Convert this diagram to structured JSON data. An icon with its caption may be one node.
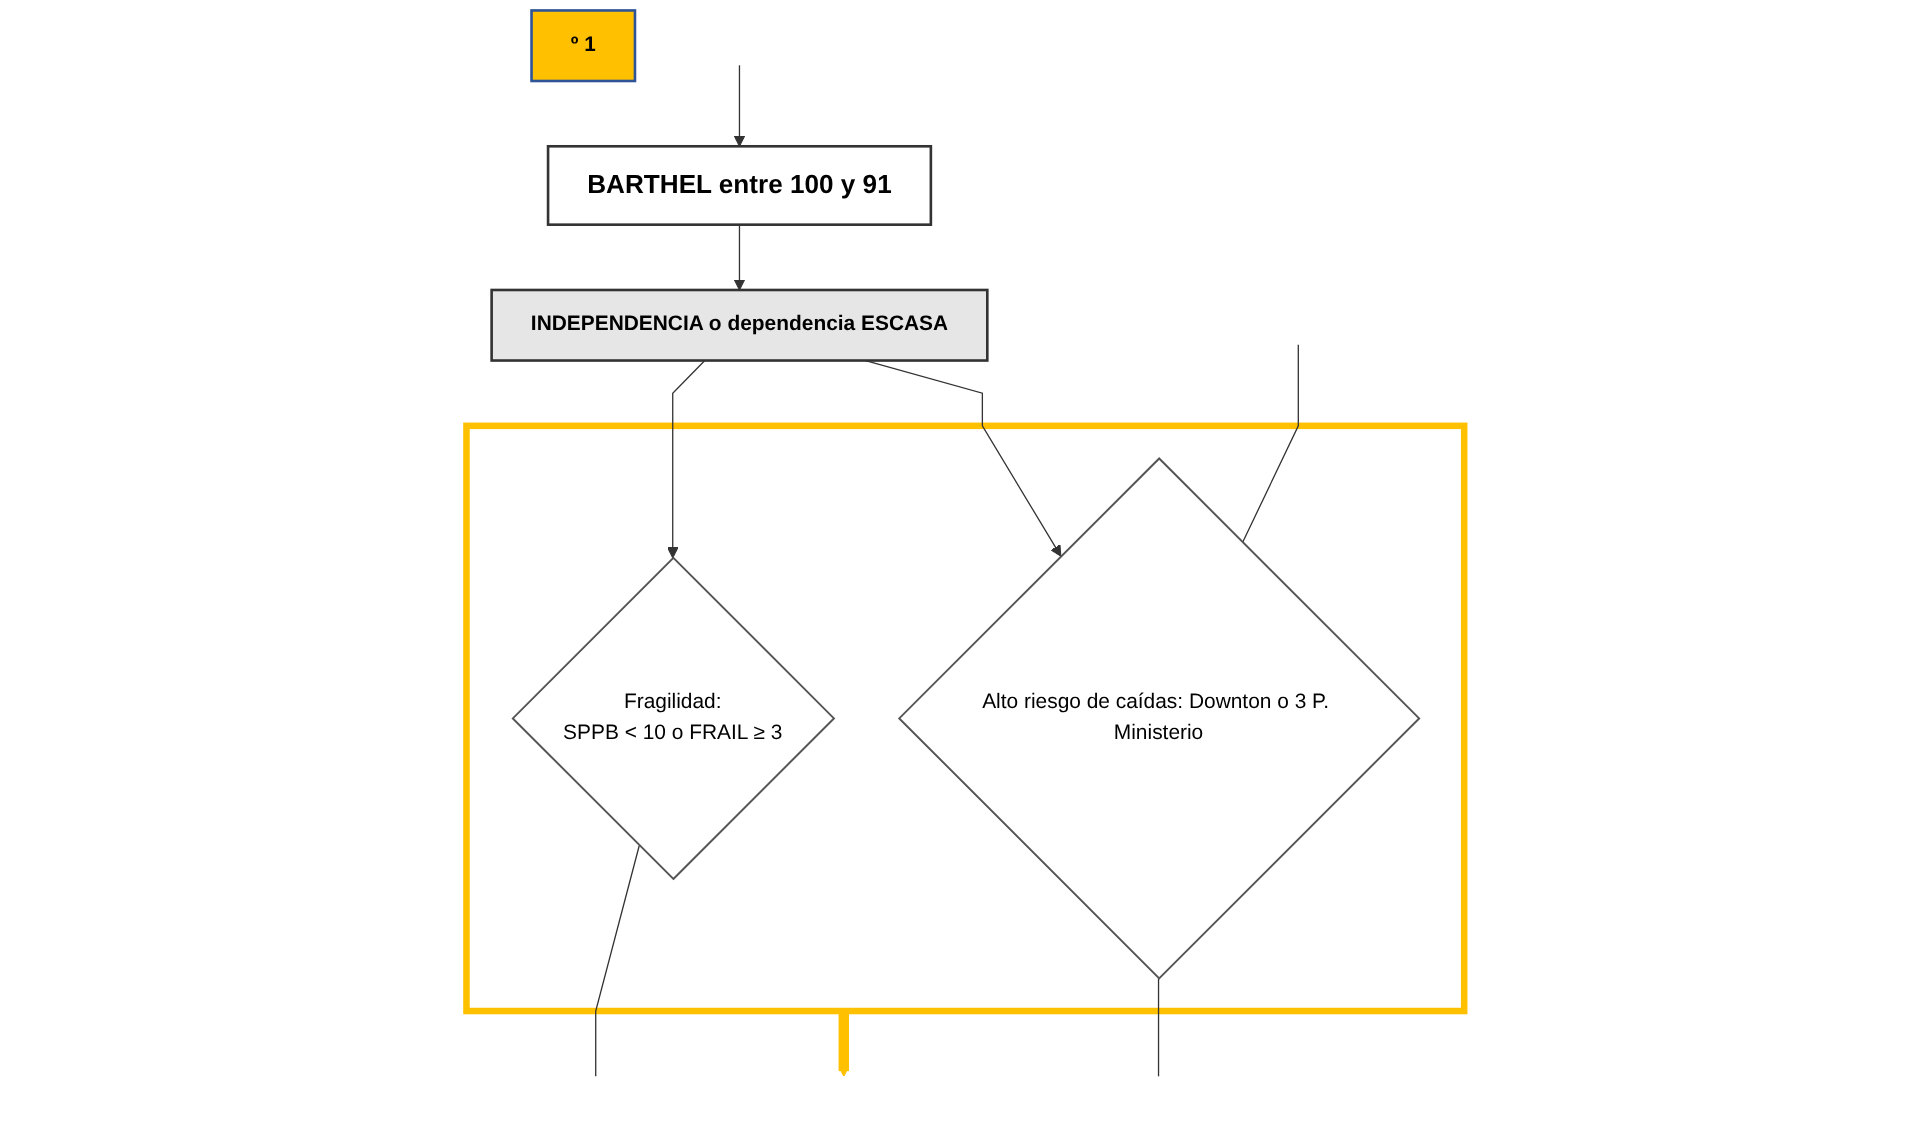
{
  "diagram": {
    "nodes": [
      {
        "text": [
          "º 1"
        ]
      },
      {
        "text": [
          "BARTHEL entre 100 y 91"
        ]
      },
      {
        "text": [
          "INDEPENDENCIA o dependencia ESCASA"
        ]
      },
      {
        "text": [],
        "shape": "box"
      },
      {
        "text": [
          "Fragilidad:",
          "SPPB < 10 o FRAIL ≥ 3"
        ],
        "in": 3
      },
      {
        "text": [
          "Alto riesgo de caídas: Downton o 3 P. Ministerio"
        ],
        "in": 3
      }
    ],
    "edges": [
      {
        "from": null,
        "to": 1,
        "arrow": "to"
      },
      {
        "from": 1,
        "to": 2,
        "arrow": "to"
      },
      {
        "from": 2,
        "to": 4,
        "arrow": "to"
      },
      {
        "from": 2,
        "to": 5,
        "arrow": "to"
      },
      {
        "from": 4,
        "to": null,
        "arrow": "none"
      },
      {
        "from": null,
        "to": 5,
        "arrow": "none"
      },
      {
        "from": 5,
        "to": null,
        "arrow": "none"
      },
      {
        "from": 3,
        "to": null,
        "arrow": "to",
        "style": "thick",
        "color": "#ffc000"
      }
    ]
  }
}
